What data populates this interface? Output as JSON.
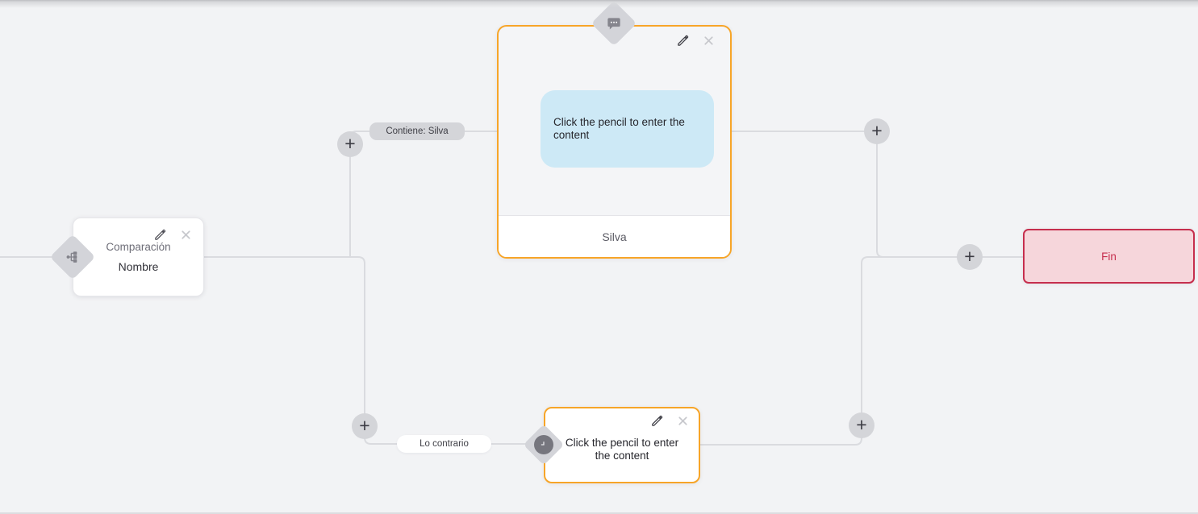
{
  "canvas": {
    "background_color": "#f2f3f5",
    "edge_color": "#dadbdf"
  },
  "nodes": {
    "condition": {
      "title": "Comparación",
      "subtitle": "Nombre",
      "type_icon": "sitemap-icon"
    },
    "message": {
      "bubble_text": "Click the pencil to enter the content",
      "footer_text": "Silva",
      "type_icon": "chat-bubble-icon",
      "border_color": "#f7a528",
      "bubble_color": "#cde9f6"
    },
    "delay": {
      "text": "Click the pencil to enter the content",
      "type_icon": "clock-icon",
      "border_color": "#f7a528"
    },
    "end": {
      "label": "Fin",
      "background_color": "#f6d6db",
      "border_color": "#c62e4d",
      "text_color": "#c62e4d"
    }
  },
  "edge_labels": {
    "contains": "Contiene: Silva",
    "otherwise": "Lo contrario"
  },
  "buttons": {
    "add_label": "+"
  }
}
